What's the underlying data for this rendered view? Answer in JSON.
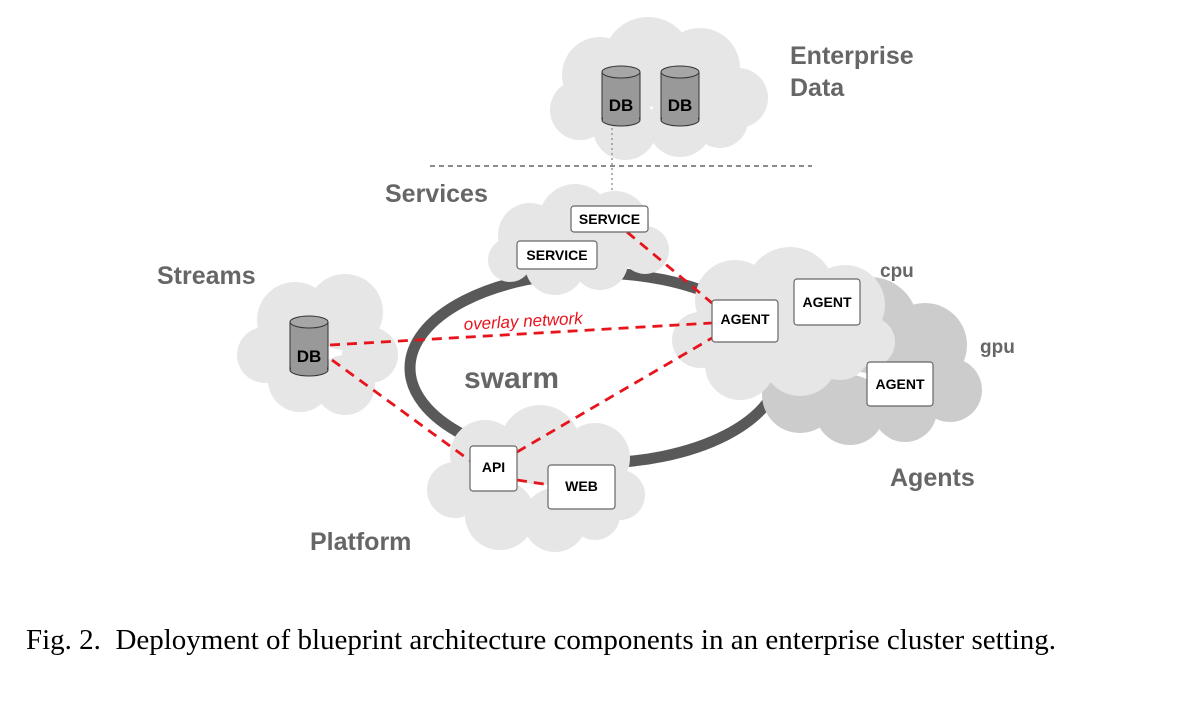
{
  "diagram": {
    "labels": {
      "enterprise_data": [
        "Enterprise",
        "Data"
      ],
      "services": "Services",
      "streams": "Streams",
      "cpu": "cpu",
      "gpu": "gpu",
      "swarm": "swarm",
      "overlay_network": "overlay network",
      "agents": "Agents",
      "platform": "Platform"
    },
    "nodes": {
      "db_enterprise_1": "DB",
      "db_enterprise_2": "DB",
      "db_streams": "DB",
      "service_1": "SERVICE",
      "service_2": "SERVICE",
      "agent_main": "AGENT",
      "agent_cpu": "AGENT",
      "agent_gpu": "AGENT",
      "api": "API",
      "web": "WEB"
    },
    "colors": {
      "cloud": "#e6e6e6",
      "cloud_gpu": "#cccccc",
      "ring": "#595959",
      "overlay": "#e8141c",
      "label": "#666666",
      "cylinder": "#999999"
    }
  },
  "caption": {
    "prefix": "Fig. 2.",
    "text": "Deployment of blueprint architecture components in an enterprise cluster setting."
  }
}
